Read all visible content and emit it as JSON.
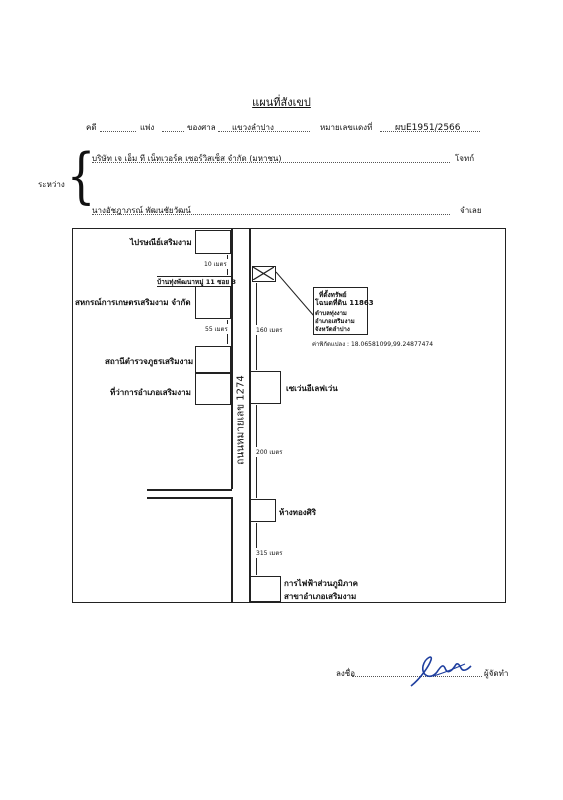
{
  "header": {
    "title": "แผนที่สังเขป",
    "case_label": "คดี",
    "dept_label": "แพ่ง",
    "court_label": "ของศาล",
    "court_name": "แขวงลำปาง",
    "case_no_label": "หมายเลขแดงที่",
    "case_no": "ผบE1951/2566",
    "between_label": "ระหว่าง",
    "plaintiff": "บริษัท เจ เอ็ม ที เน็ทเวอร์ค เซอร์วิสเซ็ส จำกัด (มหาชน)",
    "plaintiff_role": "โจทก์",
    "defendant": "นางอัชฎาภรณ์ พัฒนชัยวัฒน์",
    "defendant_role": "จำเลย"
  },
  "map": {
    "road_label": "ถนนหมายเลข 1274",
    "landmarks": {
      "post_office": "ไปรษณีย์เสริมงาม",
      "village": "บ้านทุ่งพัฒนาหมู่ 11 ซอย 3",
      "coop": "สหกรณ์การเกษตรเสริมงาม จำกัด",
      "police": "สถานีตำรวจภูธรเสริมงาม",
      "district_office": "ที่ว่าการอำเภอเสริมงาม",
      "seven_eleven": "เซเว่นอีเลฟเว่น",
      "gold_shop": "ห้างทองศิริ",
      "pea_line1": "การไฟฟ้าส่วนภูมิภาค",
      "pea_line2": "สาขาอำเภอเสริมงาม"
    },
    "property": {
      "title": "ที่ตั้งทรัพย์",
      "deed": "โฉนดที่ดิน 11863",
      "subdistrict": "ตำบลทุ่งงาม",
      "district": "อำเภอเสริมงาม",
      "province": "จังหวัดลำปาง",
      "coords": "ค่าพิกัดแปลง : 18.06581099,99.24877474"
    },
    "distances": {
      "d10": "10 เมตร",
      "d55": "55 เมตร",
      "d160": "160 เมตร",
      "d200": "200 เมตร",
      "d315": "315 เมตร"
    }
  },
  "footer": {
    "sign_label": "ลงชื่อ",
    "preparer_label": "ผู้จัดทำ"
  }
}
